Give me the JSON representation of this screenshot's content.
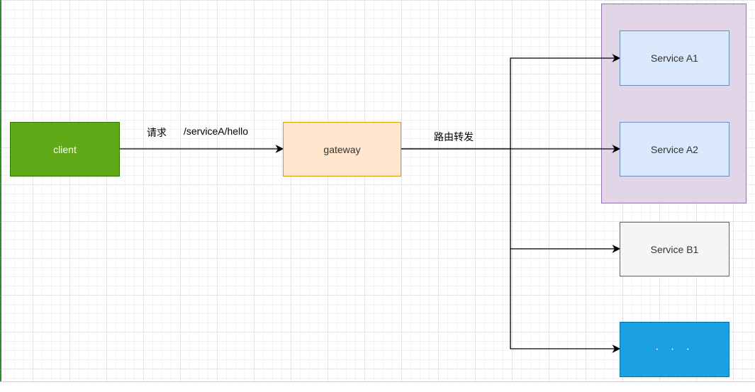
{
  "nodes": {
    "client": {
      "label": "client",
      "fill": "#60a917",
      "stroke": "#2d7600",
      "text_color": "#ffffff"
    },
    "gateway": {
      "label": "gateway",
      "fill": "#ffe6cc",
      "stroke": "#d79b00",
      "text_color": "#333333"
    },
    "service_a1": {
      "label": "Service A1",
      "fill": "#dae8fc",
      "stroke": "#6c8ebf",
      "text_color": "#333333"
    },
    "service_a2": {
      "label": "Service A2",
      "fill": "#dae8fc",
      "stroke": "#6c8ebf",
      "text_color": "#333333"
    },
    "service_b1": {
      "label": "Service B1",
      "fill": "#f5f5f5",
      "stroke": "#666666",
      "text_color": "#333333"
    },
    "more": {
      "label": "· · ·",
      "fill": "#1ba1e2",
      "stroke": "#006eaf",
      "text_color": "#ffffff"
    }
  },
  "group_service_a": {
    "fill": "#e1d5e7",
    "stroke": "#9673a6"
  },
  "edges": {
    "request_label": "请求",
    "request_path": "/serviceA/hello",
    "route_label": "路由转发",
    "color": "#000000"
  }
}
